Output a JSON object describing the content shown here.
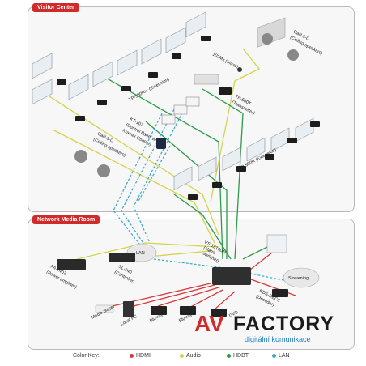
{
  "zones": {
    "visitor": "Visitor Center",
    "network": "Network Media Room"
  },
  "labels": {
    "ceiling_top": [
      "Galil 8-C",
      "(Ceiling speakers)"
    ],
    "mixer": [
      "102Mx (Mixer)"
    ],
    "ext_top": [
      "TP-580Rxr (Extension)"
    ],
    "tx": [
      "TP-580T",
      "(Transmitter)"
    ],
    "control": [
      "KT-107",
      "(Control Panel w/",
      "Kramer Control)"
    ],
    "ceiling_left": [
      "Galil 8-C",
      "(Ceiling speakers)"
    ],
    "ext_right": [
      "TP-580R (Extension)"
    ],
    "lan": "LAN",
    "amp": [
      "PA-240Z",
      "(Power amplifier)"
    ],
    "controller": [
      "SL-240",
      "(Controller)"
    ],
    "matrix": [
      "VS-1616DN",
      "(Matrix",
      "switcher)"
    ],
    "decoder": [
      "KDS-DEC6",
      "(Decoder)"
    ],
    "streaming": "Streaming",
    "media_player": "Media player",
    "local_pc": "Local PC",
    "bluray1": "Blu-ray",
    "bluray2": "Blu-ray",
    "dvd": "DVD"
  },
  "legend": {
    "title": "Color Key:",
    "items": [
      {
        "label": "HDMI",
        "color": "#d63a3a"
      },
      {
        "label": "Audio",
        "color": "#d4d44a"
      },
      {
        "label": "HDBT",
        "color": "#2e9a4a"
      },
      {
        "label": "LAN",
        "color": "#3aa8c8"
      }
    ]
  },
  "brand": {
    "mark": "AV",
    "name": "FACTORY",
    "tagline": "digitální komunikace"
  },
  "colors": {
    "hdmi": "#d63a3a",
    "audio": "#d4d44a",
    "hdbt": "#2e9a4a",
    "lan": "#3aa8c8"
  }
}
